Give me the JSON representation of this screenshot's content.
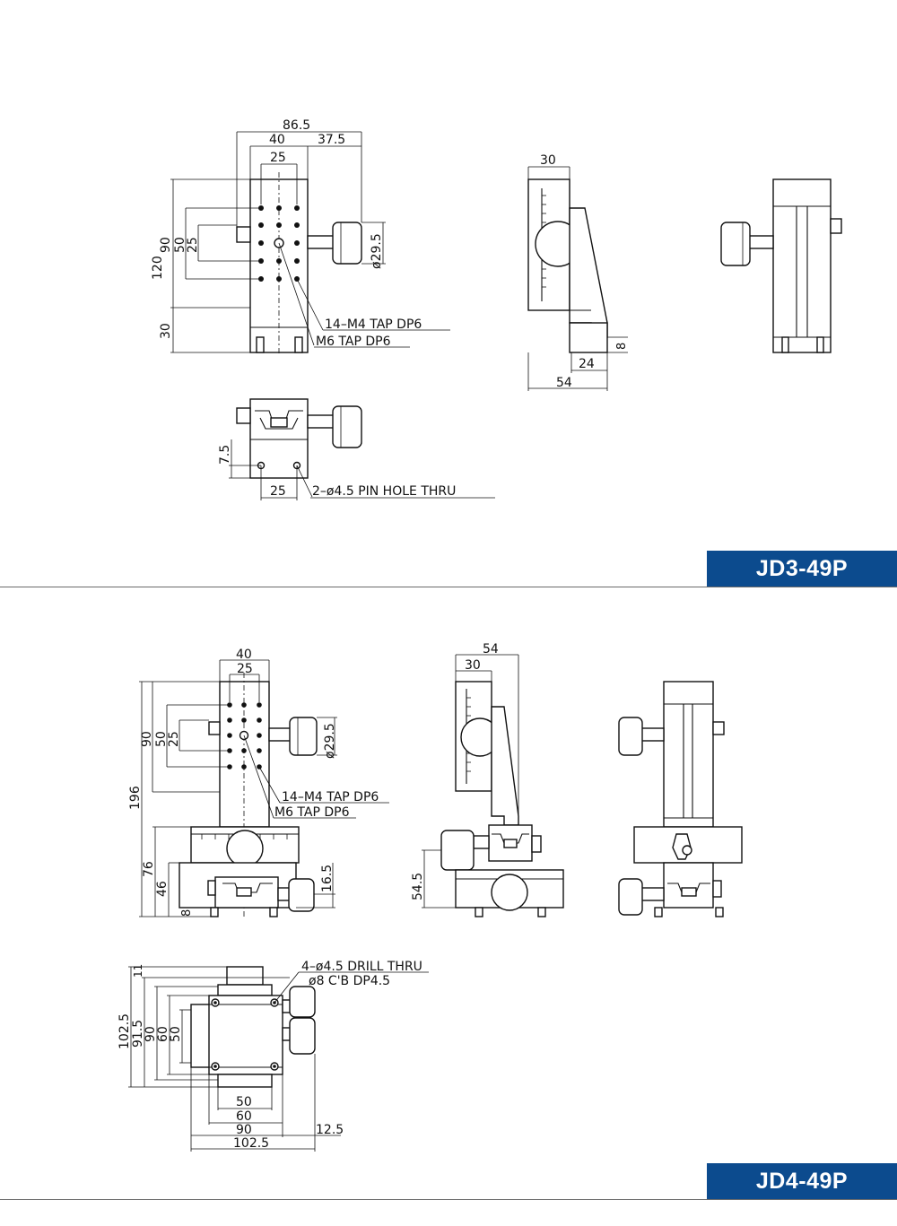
{
  "sections": [
    {
      "model": "JD3-49P",
      "dims": {
        "d86_5": "86.5",
        "d40": "40",
        "d37_5": "37.5",
        "d25": "25",
        "d120": "120",
        "d90": "90",
        "d50": "50",
        "d25v": "25",
        "d29_5": "ø29.5",
        "d30": "30",
        "side30": "30",
        "side24": "24",
        "side54": "54",
        "side8": "8",
        "b7_5": "7.5",
        "b25": "25"
      },
      "notes": {
        "tap": "14–M4  TAP  DP6",
        "m6": "M6  TAP  DP6",
        "pin": "2–ø4.5  PIN  HOLE  THRU"
      }
    },
    {
      "model": "JD4-49P",
      "dims": {
        "d40": "40",
        "d25": "25",
        "d90": "90",
        "d50": "50",
        "d25v": "25",
        "d196": "196",
        "d76": "76",
        "d46": "46",
        "d8": "8",
        "d29_5": "ø29.5",
        "d16_5": "16.5",
        "side54": "54",
        "side30": "30",
        "side54_5": "54.5",
        "p102_5v": "102.5",
        "p91_5": "91.5",
        "p90v": "90",
        "p60v": "60",
        "p50v": "50",
        "p11": "11",
        "p50": "50",
        "p60": "60",
        "p90": "90",
        "p102_5": "102.5",
        "p12_5": "12.5"
      },
      "notes": {
        "tap": "14–M4  TAP  DP6",
        "m6": "M6  TAP  DP6",
        "drill": "4–ø4.5  DRILL  THRU",
        "cb": "ø8  C'B  DP4.5"
      }
    }
  ]
}
